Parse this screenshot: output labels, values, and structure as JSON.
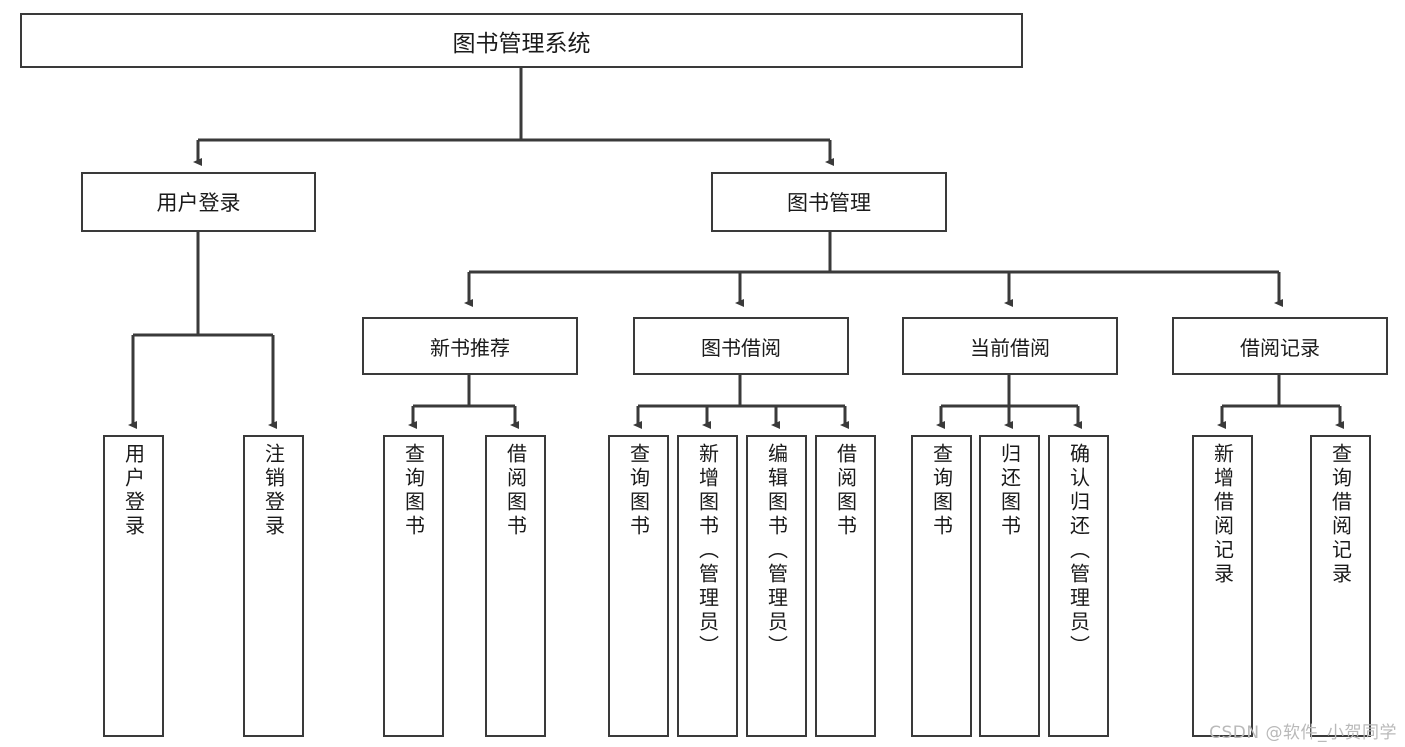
{
  "diagram": {
    "title": "图书管理系统",
    "type": "functional-structure-tree",
    "root": {
      "label": "图书管理系统"
    },
    "level2": [
      {
        "label": "用户登录"
      },
      {
        "label": "图书管理"
      }
    ],
    "level3": [
      {
        "label": "新书推荐"
      },
      {
        "label": "图书借阅"
      },
      {
        "label": "当前借阅"
      },
      {
        "label": "借阅记录"
      }
    ],
    "leaves": {
      "user_login": [
        {
          "label": "用户登录"
        },
        {
          "label": "注销登录"
        }
      ],
      "new_book_recommend": [
        {
          "label": "查询图书"
        },
        {
          "label": "借阅图书"
        }
      ],
      "book_borrow": [
        {
          "label": "查询图书"
        },
        {
          "label": "新增图书（管理员）"
        },
        {
          "label": "编辑图书（管理员）"
        },
        {
          "label": "借阅图书"
        }
      ],
      "current_borrow": [
        {
          "label": "查询图书"
        },
        {
          "label": "归还图书"
        },
        {
          "label": "确认归还（管理员）"
        }
      ],
      "borrow_record": [
        {
          "label": "新增借阅记录"
        },
        {
          "label": "查询借阅记录"
        }
      ]
    },
    "watermark": "CSDN @软件_小贺同学",
    "colors": {
      "border": "#3a3a3a",
      "text": "#1a1a1a",
      "background": "#ffffff",
      "link": "#3a3a3a",
      "watermark": "#b9b9b9"
    }
  }
}
